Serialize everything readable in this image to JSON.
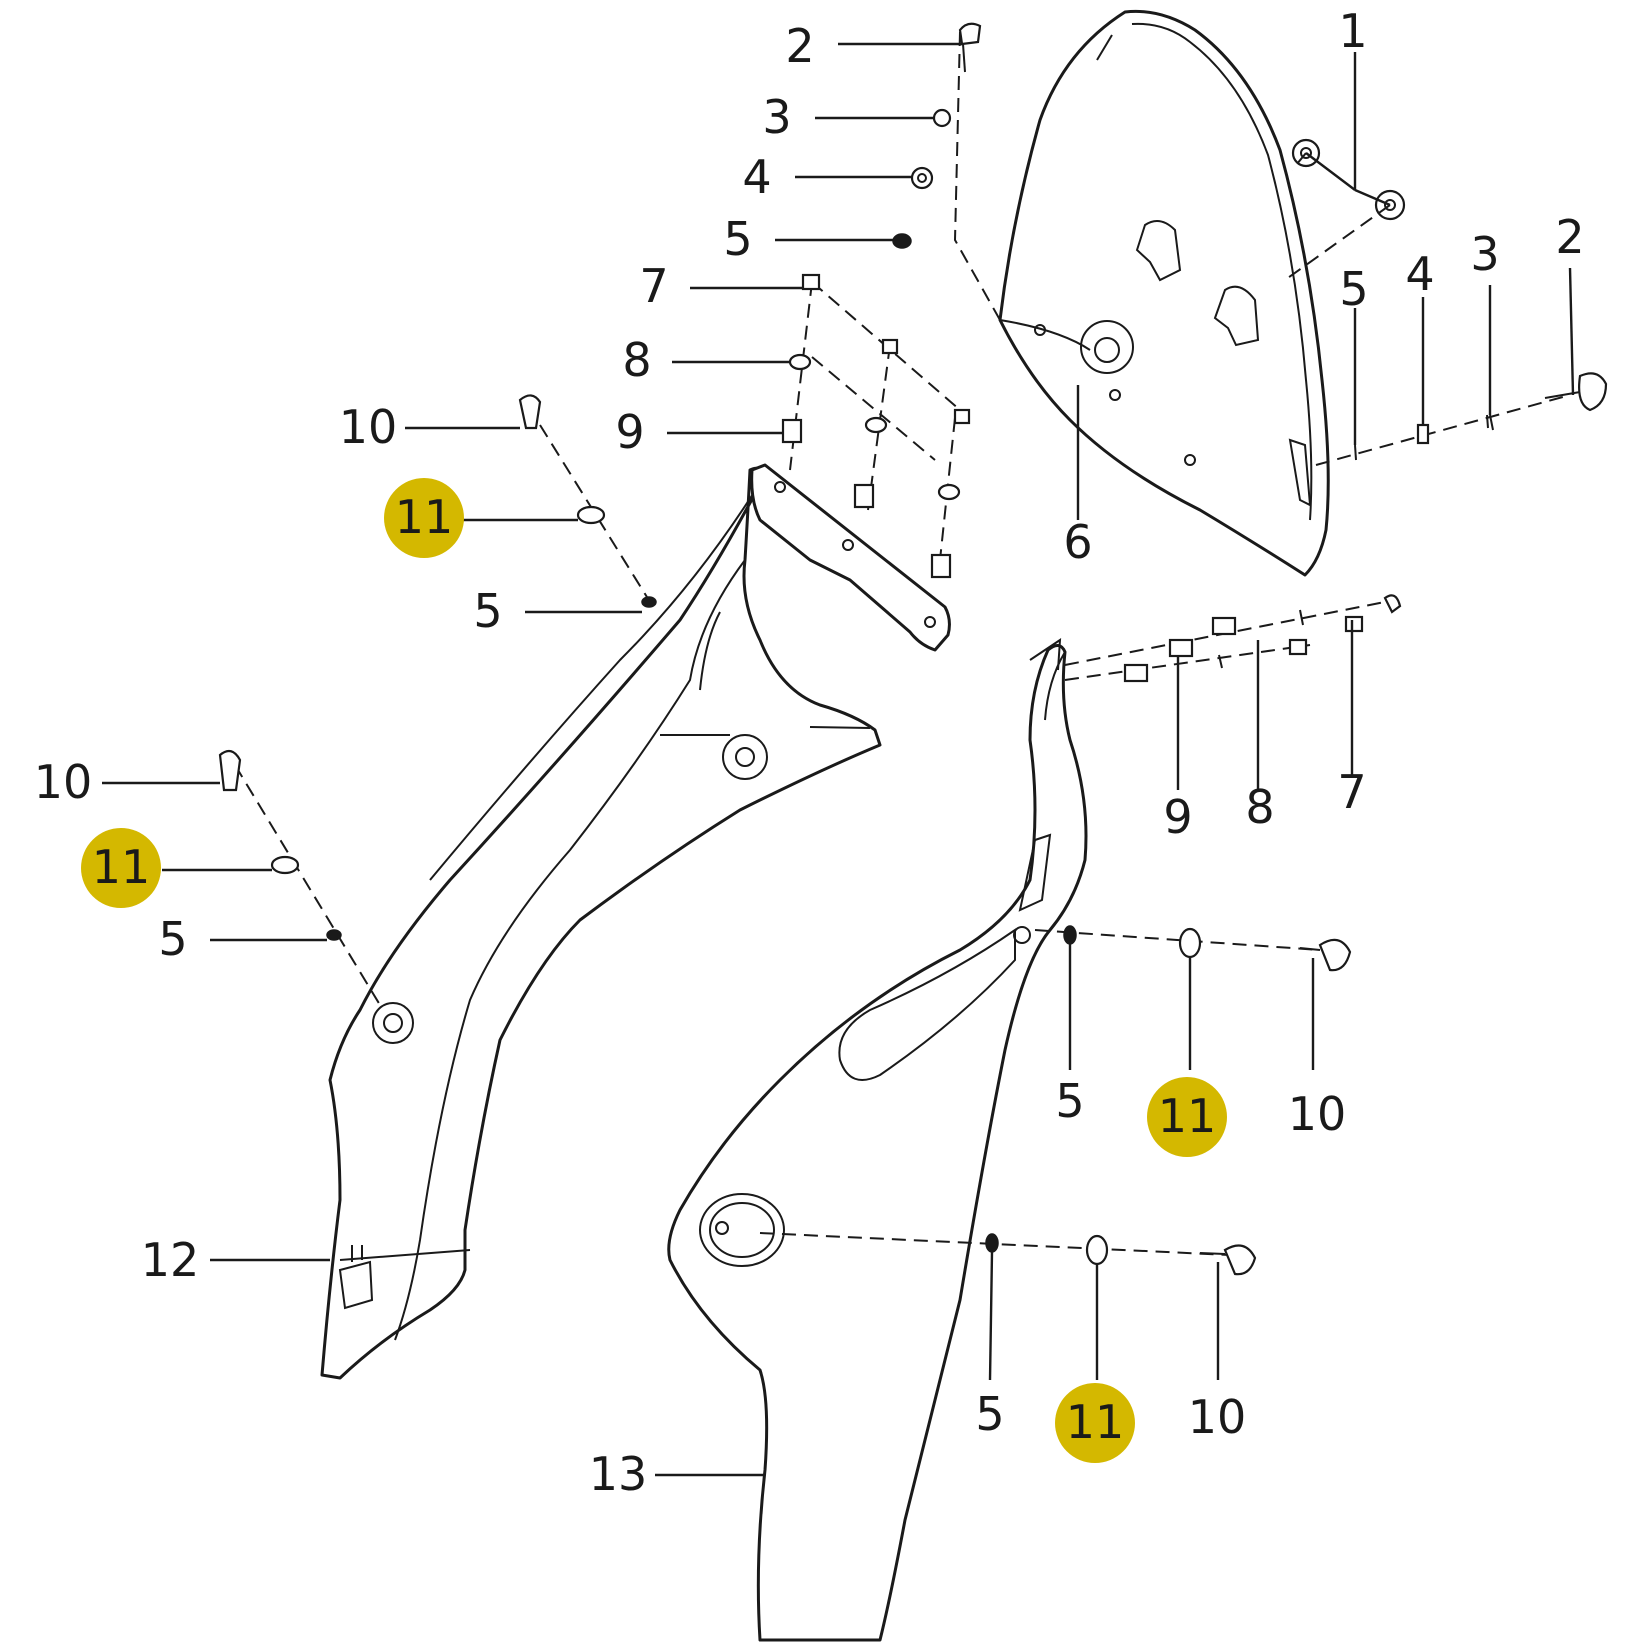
{
  "diagram": {
    "highlight_color": "#d4b800",
    "line_color": "#1a1a1a",
    "background": "#ffffff",
    "callouts": [
      {
        "id": "c1",
        "text": "1",
        "highlighted": false
      },
      {
        "id": "c2a",
        "text": "2",
        "highlighted": false
      },
      {
        "id": "c3a",
        "text": "3",
        "highlighted": false
      },
      {
        "id": "c4a",
        "text": "4",
        "highlighted": false
      },
      {
        "id": "c5a",
        "text": "5",
        "highlighted": false
      },
      {
        "id": "c2b",
        "text": "2",
        "highlighted": false
      },
      {
        "id": "c3b",
        "text": "3",
        "highlighted": false
      },
      {
        "id": "c4b",
        "text": "4",
        "highlighted": false
      },
      {
        "id": "c5b",
        "text": "5",
        "highlighted": false
      },
      {
        "id": "c6",
        "text": "6",
        "highlighted": false
      },
      {
        "id": "c7a",
        "text": "7",
        "highlighted": false
      },
      {
        "id": "c8a",
        "text": "8",
        "highlighted": false
      },
      {
        "id": "c9a",
        "text": "9",
        "highlighted": false
      },
      {
        "id": "c10a",
        "text": "10",
        "highlighted": false
      },
      {
        "id": "c11a",
        "text": "11",
        "highlighted": true
      },
      {
        "id": "c5c",
        "text": "5",
        "highlighted": false
      },
      {
        "id": "c10b",
        "text": "10",
        "highlighted": false
      },
      {
        "id": "c11b",
        "text": "11",
        "highlighted": true
      },
      {
        "id": "c5d",
        "text": "5",
        "highlighted": false
      },
      {
        "id": "c9b",
        "text": "9",
        "highlighted": false
      },
      {
        "id": "c8b",
        "text": "8",
        "highlighted": false
      },
      {
        "id": "c7b",
        "text": "7",
        "highlighted": false
      },
      {
        "id": "c5e",
        "text": "5",
        "highlighted": false
      },
      {
        "id": "c11c",
        "text": "11",
        "highlighted": true
      },
      {
        "id": "c10c",
        "text": "10",
        "highlighted": false
      },
      {
        "id": "c12",
        "text": "12",
        "highlighted": false
      },
      {
        "id": "c5f",
        "text": "5",
        "highlighted": false
      },
      {
        "id": "c11d",
        "text": "11",
        "highlighted": true
      },
      {
        "id": "c10d",
        "text": "10",
        "highlighted": false
      },
      {
        "id": "c13",
        "text": "13",
        "highlighted": false
      }
    ]
  }
}
